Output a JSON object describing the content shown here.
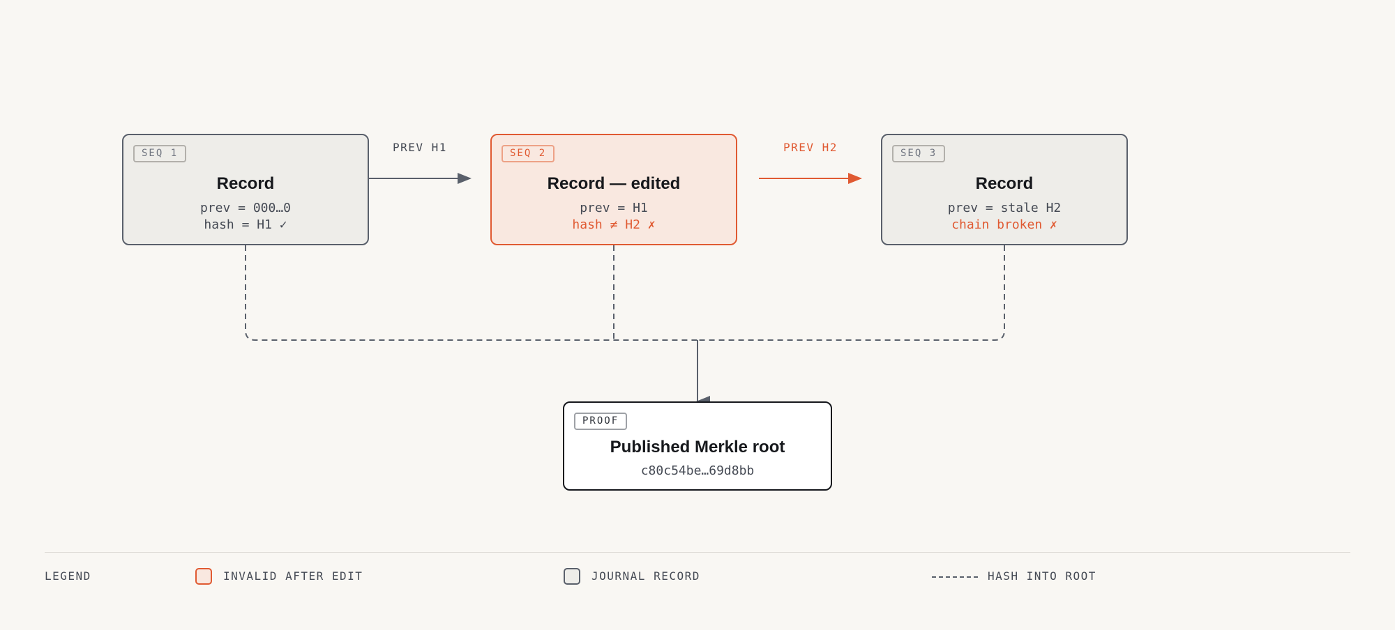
{
  "records": [
    {
      "badge": "SEQ 1",
      "title": "Record",
      "line1": "prev = 000…0",
      "line2": "hash = H1 ✓"
    },
    {
      "badge": "SEQ 2",
      "title": "Record — edited",
      "line1": "prev = H1",
      "line2": "hash ≠ H2 ✗"
    },
    {
      "badge": "SEQ 3",
      "title": "Record",
      "line1": "prev = stale H2",
      "line2": "chain broken ✗"
    }
  ],
  "edges": {
    "prev_h1": "PREV H1",
    "prev_h2": "PREV H2"
  },
  "root": {
    "badge": "PROOF",
    "title": "Published Merkle root",
    "value": "c80c54be…69d8bb"
  },
  "legend": {
    "title": "LEGEND",
    "invalid": "INVALID AFTER EDIT",
    "record": "JOURNAL RECORD",
    "hash": "HASH INTO ROOT"
  },
  "colors": {
    "accent": "#e05a32",
    "invalid_fill": "#f9e8e0",
    "record_fill": "#eeede9",
    "stroke": "#5a606b",
    "background": "#f9f7f3"
  }
}
